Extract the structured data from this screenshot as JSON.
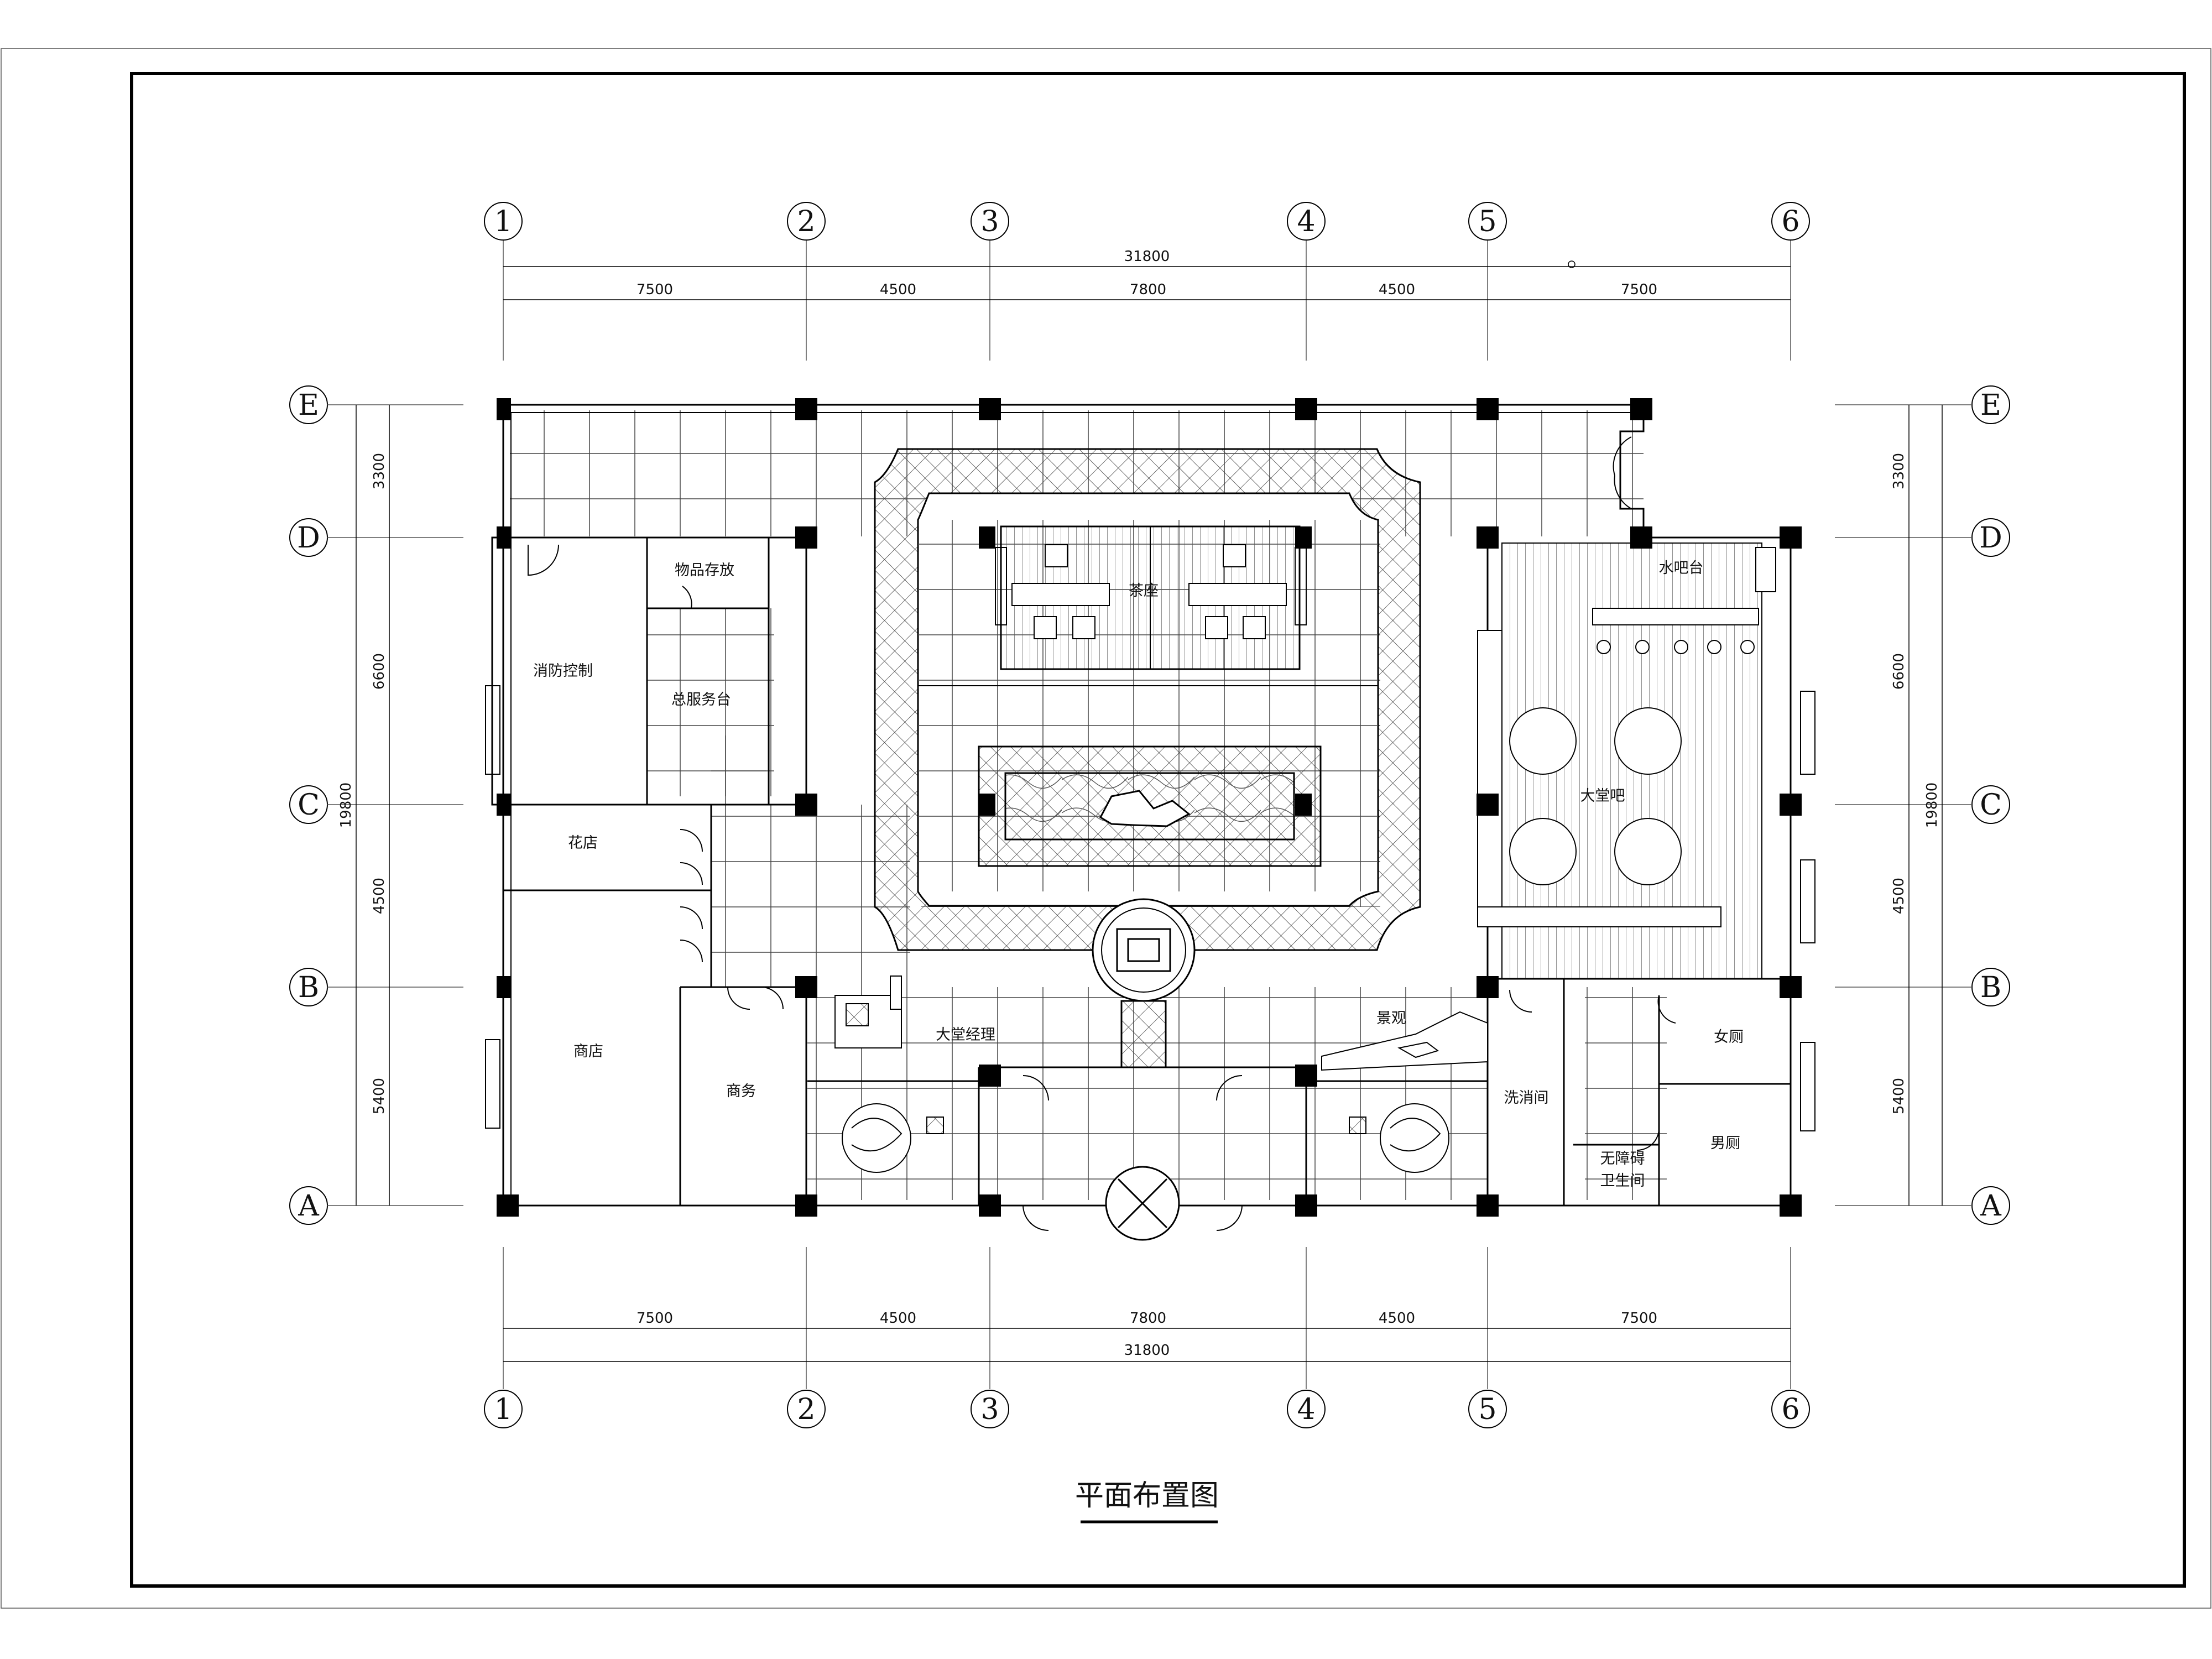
{
  "title": "平面布置图",
  "axes_vertical": [
    "1",
    "2",
    "3",
    "4",
    "5",
    "6"
  ],
  "axes_horizontal": [
    "E",
    "D",
    "C",
    "B",
    "A"
  ],
  "dimensions": {
    "top_total": "31800",
    "top_segments": [
      "7500",
      "4500",
      "7800",
      "4500",
      "7500"
    ],
    "bottom_segments": [
      "7500",
      "4500",
      "7800",
      "4500",
      "7500"
    ],
    "bottom_total": "31800",
    "side_total": "19800",
    "side_segments": [
      "3300",
      "6600",
      "4500",
      "5400"
    ]
  },
  "rooms": {
    "fire_control": "消防控制",
    "storage": "物品存放",
    "front_desk": "总服务台",
    "tea_room": "茶座",
    "water_bar": "水吧台",
    "lobby_bar": "大堂吧",
    "flower_shop": "花店",
    "shop": "商店",
    "business": "商务",
    "lobby_manager": "大堂经理",
    "landscape": "景观",
    "washroom": "洗消间",
    "womens_wc": "女厕",
    "mens_wc": "男厕",
    "accessible_wc_line1": "无障碍",
    "accessible_wc_line2": "卫生间"
  }
}
